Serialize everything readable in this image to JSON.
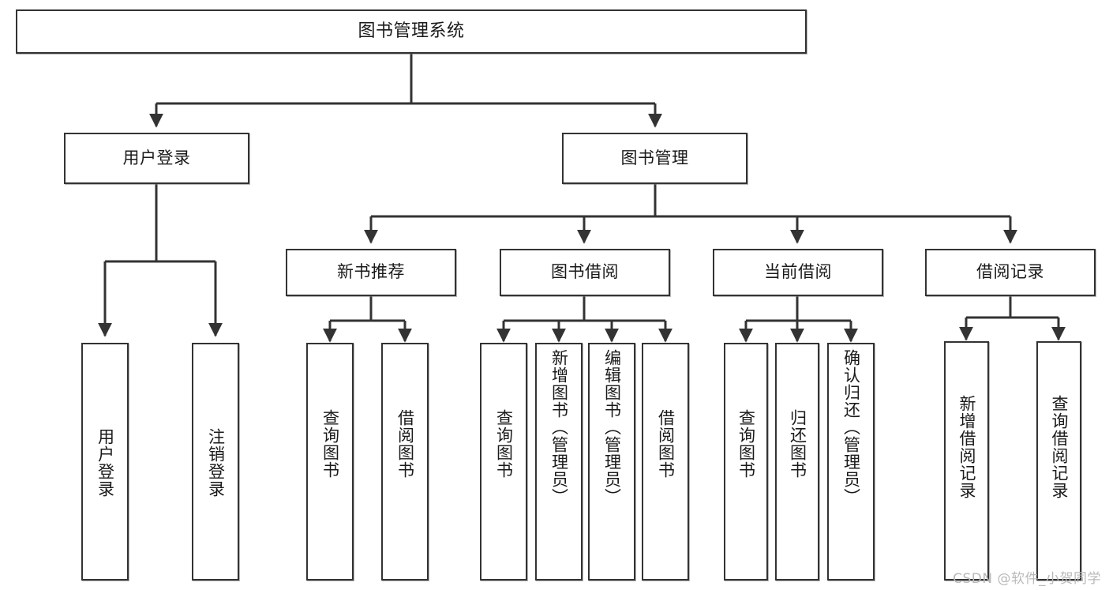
{
  "diagram": {
    "title": "图书管理系统",
    "type": "hierarchy-tree",
    "watermark": "CSDN @软件_小贺同学",
    "colors": {
      "stroke": "#333333",
      "fill": "#ffffff",
      "text": "#1a1a1a",
      "watermark": "#b9b9b9"
    },
    "nodes": {
      "root": {
        "label": "图书管理系统",
        "level": 0
      },
      "user_login": {
        "label": "用户登录",
        "level": 1
      },
      "book_manage": {
        "label": "图书管理",
        "level": 1
      },
      "new_book_rec": {
        "label": "新书推荐",
        "level": 2
      },
      "book_borrow": {
        "label": "图书借阅",
        "level": 2
      },
      "current_borrow": {
        "label": "当前借阅",
        "level": 2
      },
      "borrow_record": {
        "label": "借阅记录",
        "level": 2
      },
      "leaf_user_login": {
        "label": "用户登录",
        "level": 3,
        "parent": "用户登录"
      },
      "leaf_logout": {
        "label": "注销登录",
        "level": 3,
        "parent": "用户登录"
      },
      "leaf_query_book_a": {
        "label": "查询图书",
        "level": 3,
        "parent": "新书推荐"
      },
      "leaf_borrow_book_a": {
        "label": "借阅图书",
        "level": 3,
        "parent": "新书推荐"
      },
      "leaf_query_book_b": {
        "label": "查询图书",
        "level": 3,
        "parent": "图书借阅"
      },
      "leaf_add_book": {
        "label": "新增图书（管理员）",
        "level": 3,
        "parent": "图书借阅"
      },
      "leaf_edit_book": {
        "label": "编辑图书（管理员）",
        "level": 3,
        "parent": "图书借阅"
      },
      "leaf_borrow_book_b": {
        "label": "借阅图书",
        "level": 3,
        "parent": "图书借阅"
      },
      "leaf_query_book_c": {
        "label": "查询图书",
        "level": 3,
        "parent": "当前借阅"
      },
      "leaf_return_book": {
        "label": "归还图书",
        "level": 3,
        "parent": "当前借阅"
      },
      "leaf_confirm_return": {
        "label": "确认归还（管理员）",
        "level": 3,
        "parent": "当前借阅"
      },
      "leaf_add_record": {
        "label": "新增借阅记录",
        "level": 3,
        "parent": "借阅记录"
      },
      "leaf_query_record": {
        "label": "查询借阅记录",
        "level": 3,
        "parent": "借阅记录"
      }
    }
  }
}
